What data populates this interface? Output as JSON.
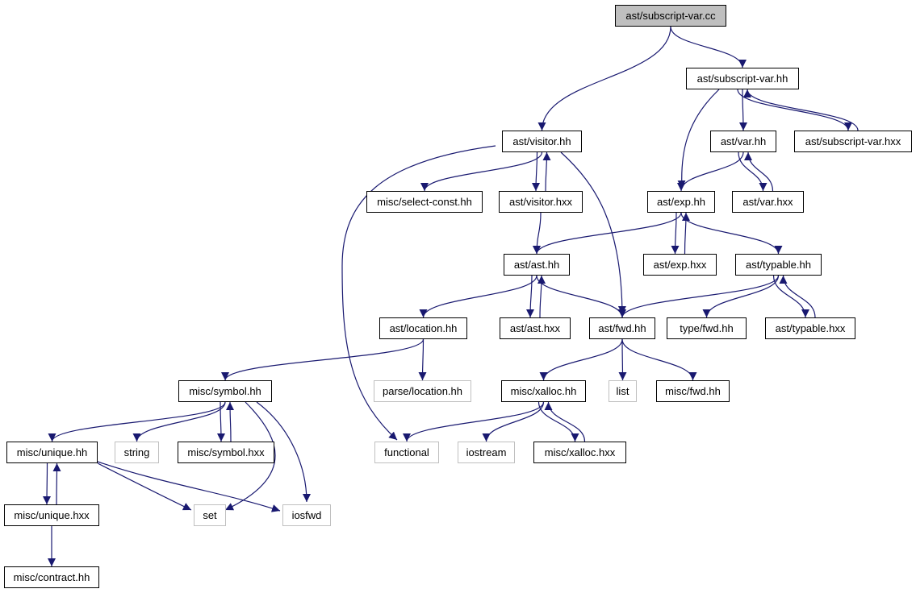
{
  "nodes": [
    {
      "id": "n_root",
      "label": "ast/subscript-var.cc",
      "kind": "root"
    },
    {
      "id": "n_subvar_hh",
      "label": "ast/subscript-var.hh",
      "kind": "local"
    },
    {
      "id": "n_visitor_hh",
      "label": "ast/visitor.hh",
      "kind": "local"
    },
    {
      "id": "n_var_hh",
      "label": "ast/var.hh",
      "kind": "local"
    },
    {
      "id": "n_subvar_hxx",
      "label": "ast/subscript-var.hxx",
      "kind": "local"
    },
    {
      "id": "n_selconst",
      "label": "misc/select-const.hh",
      "kind": "local"
    },
    {
      "id": "n_visitor_hxx",
      "label": "ast/visitor.hxx",
      "kind": "local"
    },
    {
      "id": "n_exp_hh",
      "label": "ast/exp.hh",
      "kind": "local"
    },
    {
      "id": "n_var_hxx",
      "label": "ast/var.hxx",
      "kind": "local"
    },
    {
      "id": "n_ast_hh",
      "label": "ast/ast.hh",
      "kind": "local"
    },
    {
      "id": "n_exp_hxx",
      "label": "ast/exp.hxx",
      "kind": "local"
    },
    {
      "id": "n_typable_hh",
      "label": "ast/typable.hh",
      "kind": "local"
    },
    {
      "id": "n_location_hh",
      "label": "ast/location.hh",
      "kind": "local"
    },
    {
      "id": "n_ast_hxx",
      "label": "ast/ast.hxx",
      "kind": "local"
    },
    {
      "id": "n_fwd_hh",
      "label": "ast/fwd.hh",
      "kind": "local"
    },
    {
      "id": "n_typefwd",
      "label": "type/fwd.hh",
      "kind": "local"
    },
    {
      "id": "n_typable_hxx",
      "label": "ast/typable.hxx",
      "kind": "local"
    },
    {
      "id": "n_symbol_hh",
      "label": "misc/symbol.hh",
      "kind": "local"
    },
    {
      "id": "n_parseloc",
      "label": "parse/location.hh",
      "kind": "external"
    },
    {
      "id": "n_xalloc_hh",
      "label": "misc/xalloc.hh",
      "kind": "local"
    },
    {
      "id": "n_list",
      "label": "list",
      "kind": "external"
    },
    {
      "id": "n_miscfwd",
      "label": "misc/fwd.hh",
      "kind": "local"
    },
    {
      "id": "n_unique_hh",
      "label": "misc/unique.hh",
      "kind": "local"
    },
    {
      "id": "n_string",
      "label": "string",
      "kind": "external"
    },
    {
      "id": "n_symbol_hxx",
      "label": "misc/symbol.hxx",
      "kind": "local"
    },
    {
      "id": "n_functional",
      "label": "functional",
      "kind": "external"
    },
    {
      "id": "n_iostream",
      "label": "iostream",
      "kind": "external"
    },
    {
      "id": "n_xalloc_hxx",
      "label": "misc/xalloc.hxx",
      "kind": "local"
    },
    {
      "id": "n_unique_hxx",
      "label": "misc/unique.hxx",
      "kind": "local"
    },
    {
      "id": "n_set",
      "label": "set",
      "kind": "external"
    },
    {
      "id": "n_iosfwd",
      "label": "iosfwd",
      "kind": "external"
    },
    {
      "id": "n_contract",
      "label": "misc/contract.hh",
      "kind": "local"
    }
  ],
  "edges": [
    {
      "from": "n_root",
      "to": "n_visitor_hh"
    },
    {
      "from": "n_root",
      "to": "n_subvar_hh"
    },
    {
      "from": "n_subvar_hh",
      "to": "n_exp_hh"
    },
    {
      "from": "n_subvar_hh",
      "to": "n_var_hh"
    },
    {
      "from": "n_subvar_hh",
      "to": "n_subvar_hxx"
    },
    {
      "from": "n_subvar_hxx",
      "to": "n_subvar_hh"
    },
    {
      "from": "n_visitor_hh",
      "to": "n_functional"
    },
    {
      "from": "n_visitor_hh",
      "to": "n_selconst"
    },
    {
      "from": "n_visitor_hh",
      "to": "n_visitor_hxx"
    },
    {
      "from": "n_visitor_hxx",
      "to": "n_visitor_hh"
    },
    {
      "from": "n_visitor_hh",
      "to": "n_fwd_hh"
    },
    {
      "from": "n_var_hh",
      "to": "n_exp_hh"
    },
    {
      "from": "n_var_hh",
      "to": "n_var_hxx"
    },
    {
      "from": "n_var_hxx",
      "to": "n_var_hh"
    },
    {
      "from": "n_visitor_hxx",
      "to": "n_ast_hh"
    },
    {
      "from": "n_exp_hh",
      "to": "n_ast_hh"
    },
    {
      "from": "n_exp_hh",
      "to": "n_exp_hxx"
    },
    {
      "from": "n_exp_hxx",
      "to": "n_exp_hh"
    },
    {
      "from": "n_exp_hh",
      "to": "n_typable_hh"
    },
    {
      "from": "n_ast_hh",
      "to": "n_location_hh"
    },
    {
      "from": "n_ast_hh",
      "to": "n_ast_hxx"
    },
    {
      "from": "n_ast_hxx",
      "to": "n_ast_hh"
    },
    {
      "from": "n_ast_hh",
      "to": "n_fwd_hh"
    },
    {
      "from": "n_typable_hh",
      "to": "n_fwd_hh"
    },
    {
      "from": "n_typable_hh",
      "to": "n_typefwd"
    },
    {
      "from": "n_typable_hh",
      "to": "n_typable_hxx"
    },
    {
      "from": "n_typable_hxx",
      "to": "n_typable_hh"
    },
    {
      "from": "n_location_hh",
      "to": "n_symbol_hh"
    },
    {
      "from": "n_location_hh",
      "to": "n_parseloc"
    },
    {
      "from": "n_fwd_hh",
      "to": "n_xalloc_hh"
    },
    {
      "from": "n_fwd_hh",
      "to": "n_list"
    },
    {
      "from": "n_fwd_hh",
      "to": "n_miscfwd"
    },
    {
      "from": "n_symbol_hh",
      "to": "n_unique_hh"
    },
    {
      "from": "n_symbol_hh",
      "to": "n_string"
    },
    {
      "from": "n_symbol_hh",
      "to": "n_symbol_hxx"
    },
    {
      "from": "n_symbol_hxx",
      "to": "n_symbol_hh"
    },
    {
      "from": "n_symbol_hh",
      "to": "n_set"
    },
    {
      "from": "n_symbol_hh",
      "to": "n_iosfwd"
    },
    {
      "from": "n_xalloc_hh",
      "to": "n_functional"
    },
    {
      "from": "n_xalloc_hh",
      "to": "n_iostream"
    },
    {
      "from": "n_xalloc_hh",
      "to": "n_xalloc_hxx"
    },
    {
      "from": "n_xalloc_hxx",
      "to": "n_xalloc_hh"
    },
    {
      "from": "n_unique_hh",
      "to": "n_unique_hxx"
    },
    {
      "from": "n_unique_hxx",
      "to": "n_unique_hh"
    },
    {
      "from": "n_unique_hh",
      "to": "n_set"
    },
    {
      "from": "n_unique_hh",
      "to": "n_iosfwd"
    },
    {
      "from": "n_unique_hxx",
      "to": "n_contract"
    }
  ],
  "colors": {
    "edge": "#191970",
    "node_border": "#000000",
    "external_border": "#bfbfbf",
    "root_fill": "#bfbfbf",
    "background": "#ffffff"
  }
}
